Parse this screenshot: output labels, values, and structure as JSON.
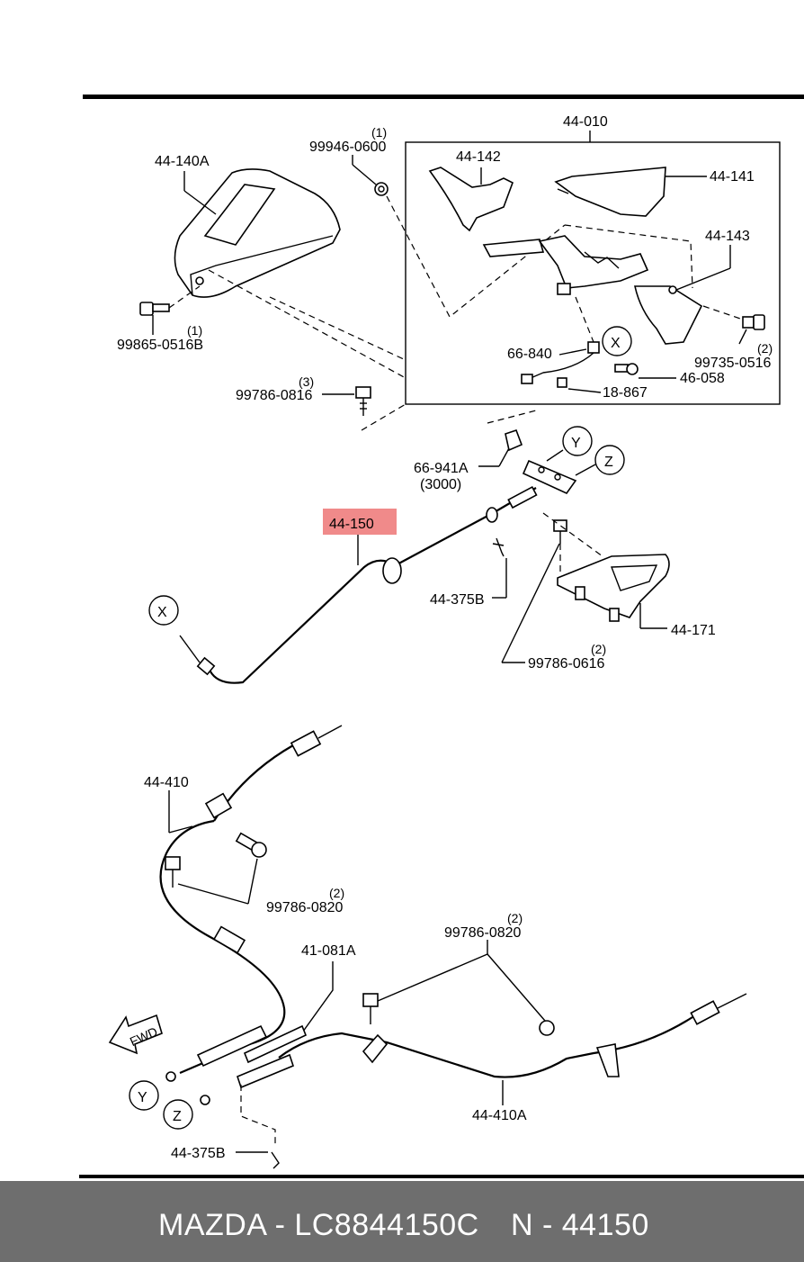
{
  "diagram": {
    "labels": {
      "p44_140A": "44-140A",
      "p99946_qty": "(1)",
      "p99946": "99946-0600",
      "p44_010": "44-010",
      "p44_142": "44-142",
      "p44_141": "44-141",
      "p44_143": "44-143",
      "p99865_qty": "(1)",
      "p99865": "99865-0516B",
      "p66_840": "66-840",
      "p99735_qty": "(2)",
      "p99735": "99735-0516",
      "p46_058": "46-058",
      "p99786_0816_qty": "(3)",
      "p99786_0816": "99786-0816",
      "p18_867": "18-867",
      "p66_941A": "66-941A",
      "p66_941A_len": "(3000)",
      "p44_150": "44-150",
      "p44_375B_top": "44-375B",
      "p44_171": "44-171",
      "p99786_0616_qty": "(2)",
      "p99786_0616": "99786-0616",
      "p44_410": "44-410",
      "p99786_0820_a_qty": "(2)",
      "p99786_0820_a": "99786-0820",
      "p41_081A": "41-081A",
      "p99786_0820_b_qty": "(2)",
      "p99786_0820_b": "99786-0820",
      "fwd": "FWD",
      "p44_410A": "44-410A",
      "p44_375B_bottom": "44-375B",
      "ref_x1": "X",
      "ref_x2": "X",
      "ref_y1": "Y",
      "ref_z1": "Z",
      "ref_y2": "Y",
      "ref_z2": "Z"
    },
    "highlight_color": "#f08a8a"
  },
  "footer": {
    "brand_part": "MAZDA - LC8844150C",
    "ref": "N - 44150",
    "background": "#6e6e6e"
  }
}
